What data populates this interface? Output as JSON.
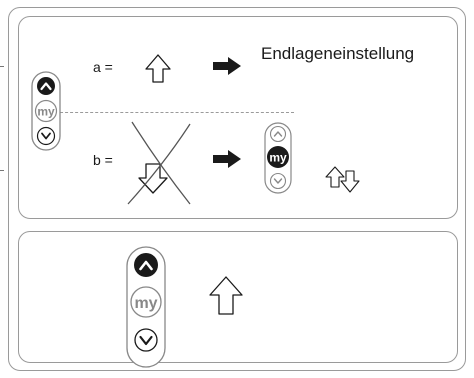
{
  "labels": {
    "a": "a =",
    "b": "b =",
    "result": "Endlageneinstellung"
  },
  "remote": {
    "button_my": "my"
  },
  "colors": {
    "line": "#9a9a9a",
    "dark": "#1a1a1a",
    "button_outline": "#888888"
  },
  "icons": [
    "up-arrow-icon",
    "right-arrow-icon",
    "cross-icon",
    "down-arrow-icon",
    "up-button-icon",
    "my-button-icon",
    "down-button-icon",
    "up-down-arrows-icon"
  ]
}
